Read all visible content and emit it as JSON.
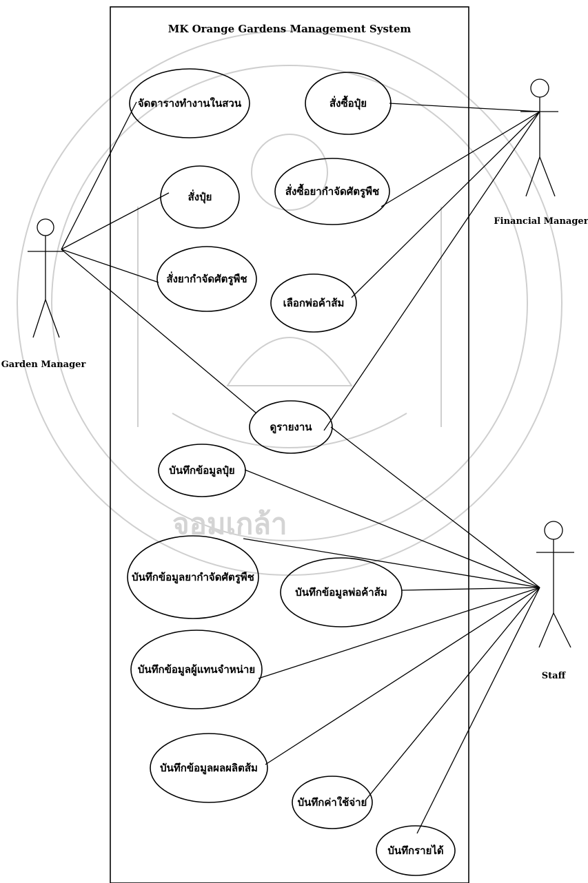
{
  "system_title": "MK Orange Gardens Management System",
  "actors": {
    "garden_manager": "Garden Manager",
    "financial_manager": "Financial Manager",
    "staff": "Staff"
  },
  "use_cases": {
    "schedule_garden_work": "จัดตารางทำงานในสวน",
    "order_fertilizer_gm": "สั่งปุ๋ย",
    "order_pesticide_gm": "สั่งยากำจัดศัตรูพืช",
    "buy_fertilizer": "สั่งซื้อปุ๋ย",
    "buy_pesticide": "สั่งซื้อยากำจัดศัตรูพืช",
    "select_orange_merchant": "เลือกพ่อค้าส้ม",
    "view_report": "ดูรายงาน",
    "record_fertilizer": "บันทึกข้อมูลปุ๋ย",
    "record_pesticide": "บันทึกข้อมูลยากำจัดศัตรูพืช",
    "record_merchant": "บันทึกข้อมูลพ่อค้าส้ม",
    "record_dealer": "บันทึกข้อมูลผู้แทนจำหน่าย",
    "record_produce": "บันทึกข้อมูลผลผลิตส้ม",
    "record_expense": "บันทึกค่าใช้จ่าย",
    "record_income": "บันทึกรายได้"
  }
}
